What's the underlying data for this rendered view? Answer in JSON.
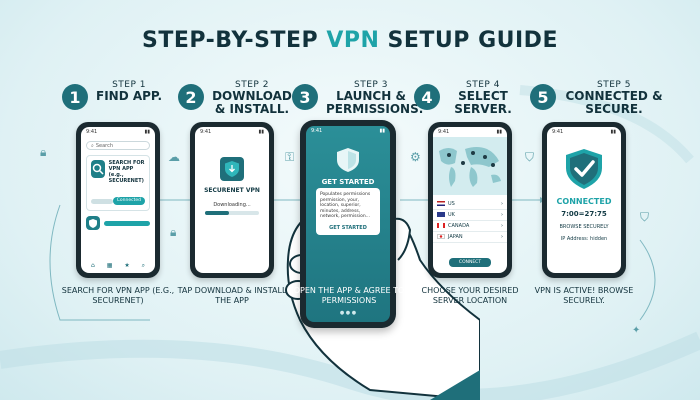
{
  "title": {
    "part1": "STEP-BY-STEP ",
    "accent": "VPN",
    "part2": " SETUP GUIDE"
  },
  "colors": {
    "accent": "#1ea3a8",
    "dark": "#1f6f7a",
    "phone": "#1b2a30"
  },
  "steps": [
    {
      "num": "1",
      "label": "STEP 1",
      "title": "FIND APP.",
      "caption": "SEARCH FOR VPN APP (e.g., SECURENET)",
      "screen": {
        "time": "9:41",
        "search_placeholder": "Search",
        "card_title": "SEARCH FOR VPN APP (e.g., SECURENET)",
        "button": "Connected",
        "icon": "search-magnify-icon"
      }
    },
    {
      "num": "2",
      "label": "STEP 2",
      "title": "DOWNLOAD & INSTALL.",
      "caption": "TAP DOWNLOAD & INSTALL THE APP",
      "screen": {
        "time": "9:41",
        "app_name": "SECURENET VPN",
        "status": "Downloading...",
        "progress": 0.45,
        "icon": "download-shield-icon"
      }
    },
    {
      "num": "3",
      "label": "STEP 3",
      "title": "LAUNCH & PERMISSIONS.",
      "caption": "OPEN THE APP & AGREE TO PERMISSIONS",
      "screen": {
        "time": "9:41",
        "heading": "GET STARTED",
        "perm_text": "Populates permissions permission, your, location, superior, minutes, address, network, permission..."
      }
    },
    {
      "num": "4",
      "label": "STEP 4",
      "title": "SELECT SERVER.",
      "caption": "CHOOSE YOUR DESIRED SERVER LOCATION",
      "screen": {
        "time": "9:41",
        "servers": [
          "US",
          "UK",
          "CANADA",
          "JAPAN"
        ],
        "button": "CONNECT"
      }
    },
    {
      "num": "5",
      "label": "STEP 5",
      "title": "CONNECTED & SECURE.",
      "caption": "VPN IS ACTIVE! BROWSE SECURELY.",
      "screen": {
        "time": "9:41",
        "status": "CONNECTED",
        "timer": "7:00=27:75",
        "browse": "BROWSE SECURELY",
        "ip": "IP Address: hidden"
      }
    }
  ]
}
